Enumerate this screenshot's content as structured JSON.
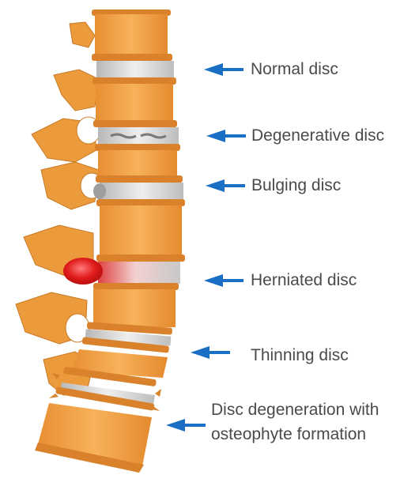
{
  "labels": {
    "normal": "Normal disc",
    "degenerative": "Degenerative disc",
    "bulging": "Bulging disc",
    "herniated": "Herniated disc",
    "thinning": "Thinning disc",
    "osteophyte_line1": "Disc degeneration with",
    "osteophyte_line2": "osteophyte formation"
  },
  "colors": {
    "bone": "#f0a040",
    "bone_dark": "#d9822b",
    "bone_light": "#f8bd6a",
    "disc": "#c9c9c9",
    "disc_light": "#ececec",
    "hernia": "#e01b1b",
    "arrow": "#1a6fc4",
    "text": "#4a4a4a"
  }
}
